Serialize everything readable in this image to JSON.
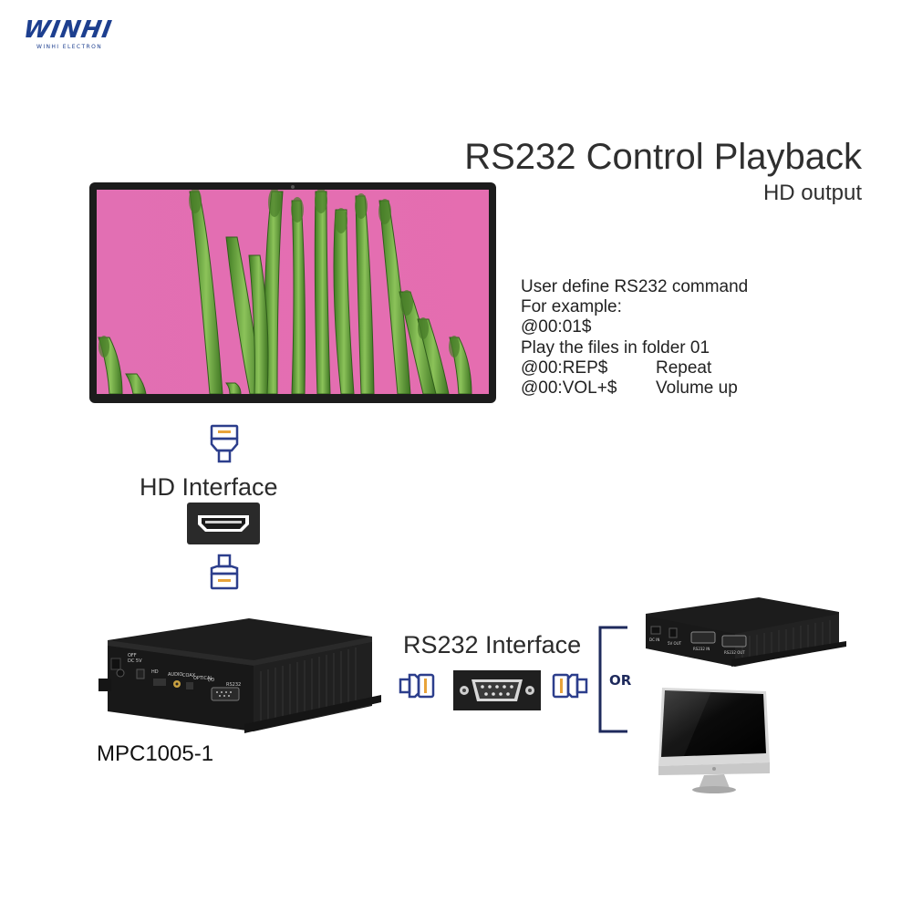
{
  "brand": {
    "name": "WINHI",
    "tagline": "WINHI ELECTRON",
    "color": "#1d3f8f"
  },
  "header": {
    "title": "RS232 Control Playback",
    "subtitle": "HD output"
  },
  "commands": {
    "intro": "User define RS232 command",
    "example_label": "For example:",
    "example_code": "@00:01$",
    "example_desc": "Play the files in folder 01",
    "rows": [
      {
        "code": "@00:REP$",
        "desc": "Repeat"
      },
      {
        "code": "@00:VOL+$",
        "desc": "Volume up"
      }
    ]
  },
  "hd_interface": {
    "label": "HD Interface"
  },
  "rs232_interface": {
    "label": "RS232 Interface"
  },
  "device": {
    "model": "MPC1005-1",
    "port_labels": [
      "OFF",
      "DC 5V",
      "HD",
      "AUDIO",
      "COAX",
      "OPTICAL",
      "I/O",
      "RS232"
    ]
  },
  "alt_device": {
    "port_labels": [
      "DC IN",
      "5V OUT",
      "RS232 IN",
      "RS232 OUT"
    ]
  },
  "branch": {
    "label": "OR",
    "color": "#1e2a5c"
  },
  "colors": {
    "connector_accent": "#e8a33a",
    "connector_stroke": "#2c3e8c"
  }
}
